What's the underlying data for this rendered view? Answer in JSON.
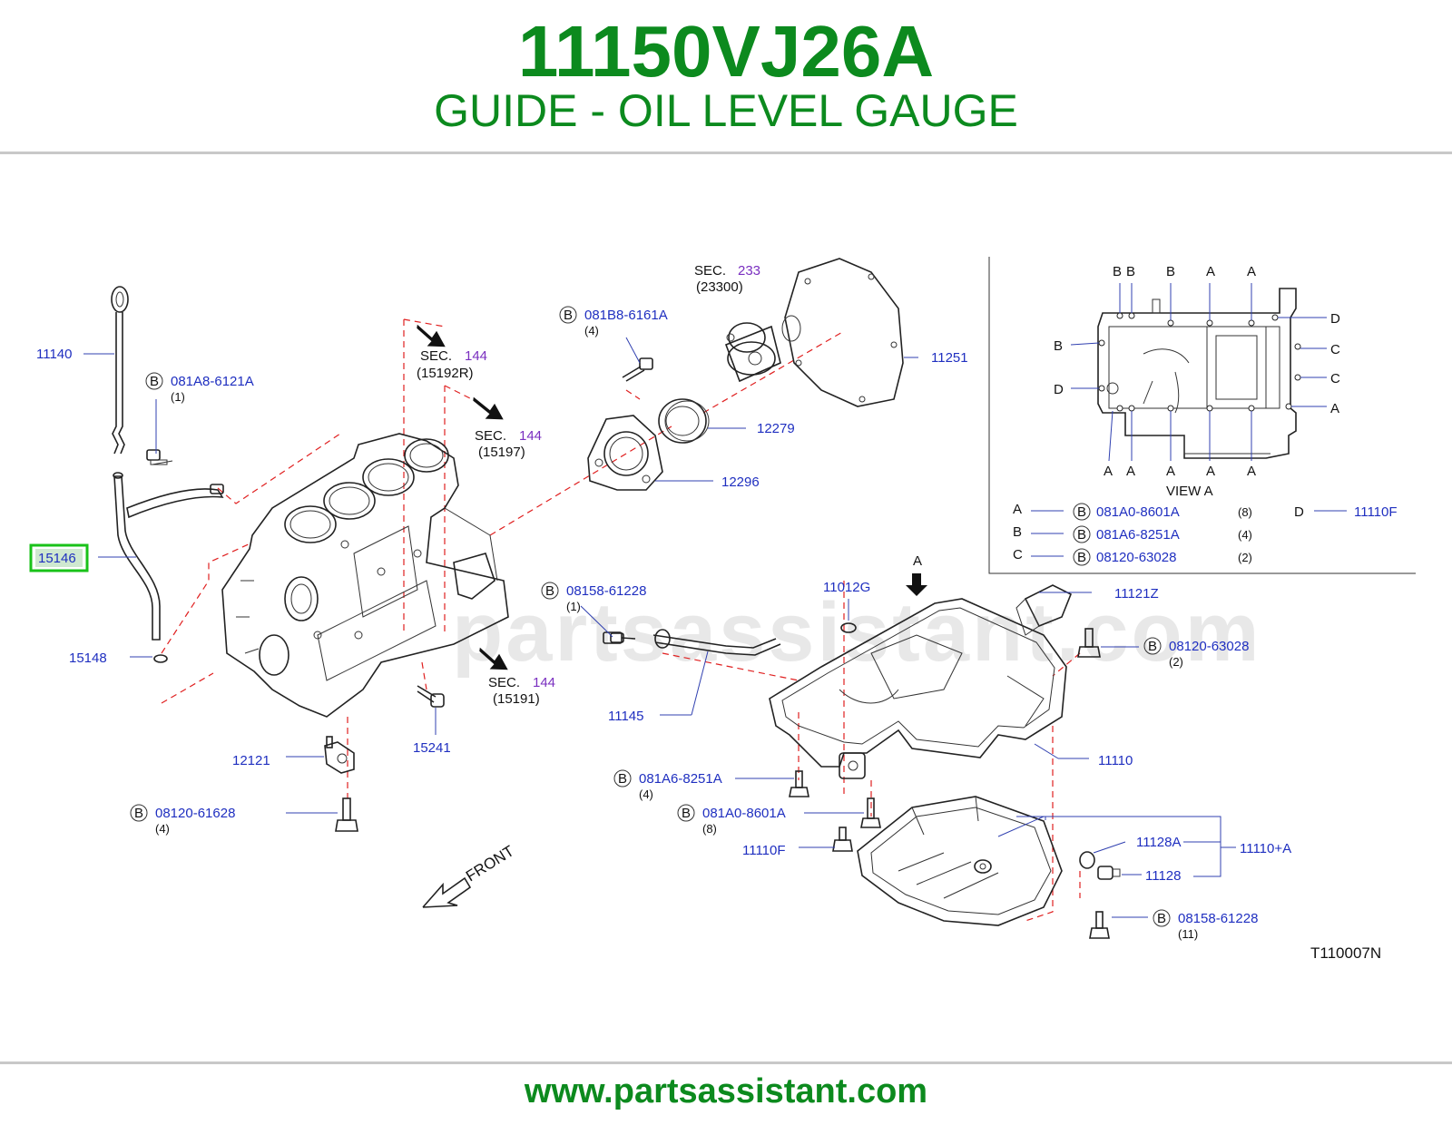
{
  "header": {
    "part_number": "11150VJ26A",
    "part_name": "GUIDE - OIL LEVEL GAUGE"
  },
  "footer": {
    "url": "www.partsassistant.com"
  },
  "watermark": "partsassistant.com",
  "diagram_ref": "T110007N",
  "front_label": "FRONT",
  "bolt_badge": "B",
  "colors": {
    "brand_green": "#0c8a1e",
    "label_blue": "#1f2fc0",
    "section_purple": "#7a2fc0",
    "dash_red": "#e02020",
    "highlight": "#19c219"
  },
  "labels": {
    "p11140": "11140",
    "b081A8": "081A8-6121A",
    "q081A8": "(1)",
    "p15146": "15146",
    "p15148": "15148",
    "sec15192_word": "SEC.",
    "sec15192_num": "144",
    "sec15192_ref": "(15192R)",
    "sec15197_word": "SEC.",
    "sec15197_num": "144",
    "sec15197_ref": "(15197)",
    "sec15191_word": "SEC.",
    "sec15191_num": "144",
    "sec15191_ref": "(15191)",
    "sec23300_word": "SEC.",
    "sec23300_num": "233",
    "sec23300_ref": "(23300)",
    "b081B8": "081B8-6161A",
    "q081B8": "(4)",
    "p11251": "11251",
    "p12279": "12279",
    "p12296": "12296",
    "b08158a": "08158-61228",
    "q08158a": "(1)",
    "p11012G": "11012G",
    "p11121Z": "11121Z",
    "b08120b": "08120-63028",
    "q08120b": "(2)",
    "p11145": "11145",
    "p11110": "11110",
    "p15241": "15241",
    "p12121": "12121",
    "b08120a": "08120-61628",
    "q08120a": "(4)",
    "b081A6": "081A6-8251A",
    "q081A6": "(4)",
    "b081A0": "081A0-8601A",
    "q081A0": "(8)",
    "p11110F": "11110F",
    "p11128A": "11128A",
    "p11128": "11128",
    "p11110A": "11110+A",
    "b08158b": "08158-61228",
    "q08158b": "(11)",
    "arrowA": "A"
  },
  "view_a": {
    "title": "VIEW   A",
    "top_letters": [
      "B",
      "B",
      "B",
      "A",
      "A"
    ],
    "bottom_letters": [
      "A",
      "A",
      "A",
      "A",
      "A"
    ],
    "left_letters": [
      "B",
      "D"
    ],
    "right_letters": [
      "D",
      "C",
      "C",
      "A"
    ],
    "legend": [
      {
        "key": "A",
        "part": "081A0-8601A",
        "qty": "(8)"
      },
      {
        "key": "B",
        "part": "081A6-8251A",
        "qty": "(4)"
      },
      {
        "key": "C",
        "part": "08120-63028",
        "qty": "(2)"
      }
    ],
    "legend_d": {
      "key": "D",
      "part": "11110F"
    }
  }
}
